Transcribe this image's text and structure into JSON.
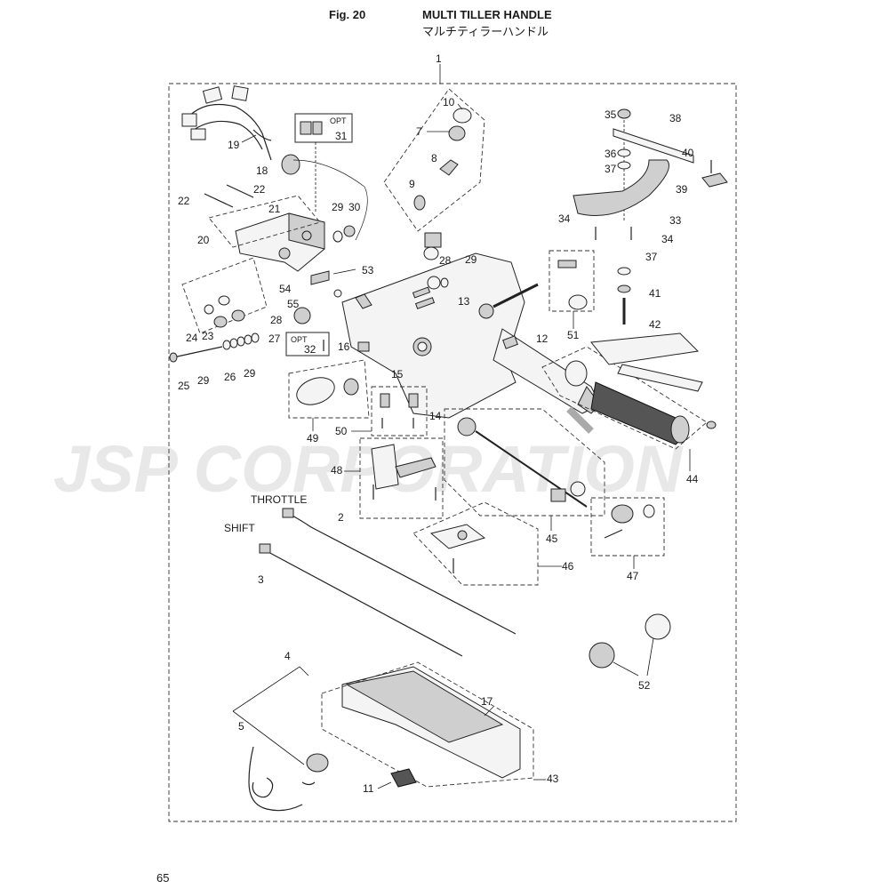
{
  "header": {
    "fig_label": "Fig. 20",
    "title_en": "MULTI TILLER HANDLE",
    "title_jp": "マルチティラーハンドル"
  },
  "footer": {
    "page_number": "65"
  },
  "watermark": {
    "text": "JSP CORPORATION",
    "color": "#e6e6e6"
  },
  "callouts": [
    "1",
    "2",
    "3",
    "4",
    "5",
    "7",
    "8",
    "9",
    "10",
    "11",
    "12",
    "13",
    "14",
    "15",
    "16",
    "17",
    "18",
    "19",
    "20",
    "21",
    "22",
    "22",
    "23",
    "24",
    "25",
    "26",
    "27",
    "28",
    "28",
    "29",
    "29",
    "29",
    "29",
    "30",
    "31",
    "32",
    "33",
    "34",
    "34",
    "35",
    "36",
    "37",
    "37",
    "38",
    "39",
    "40",
    "41",
    "42",
    "43",
    "44",
    "45",
    "46",
    "47",
    "48",
    "49",
    "50",
    "51",
    "52",
    "53",
    "54",
    "55"
  ],
  "opt_tags": [
    "OPT",
    "OPT"
  ],
  "cable_labels": {
    "throttle": "THROTTLE",
    "shift": "SHIFT"
  },
  "colors": {
    "line": "#1a1a1a",
    "part_fill": "#f4f4f4",
    "part_shade": "#cfcfcf"
  }
}
